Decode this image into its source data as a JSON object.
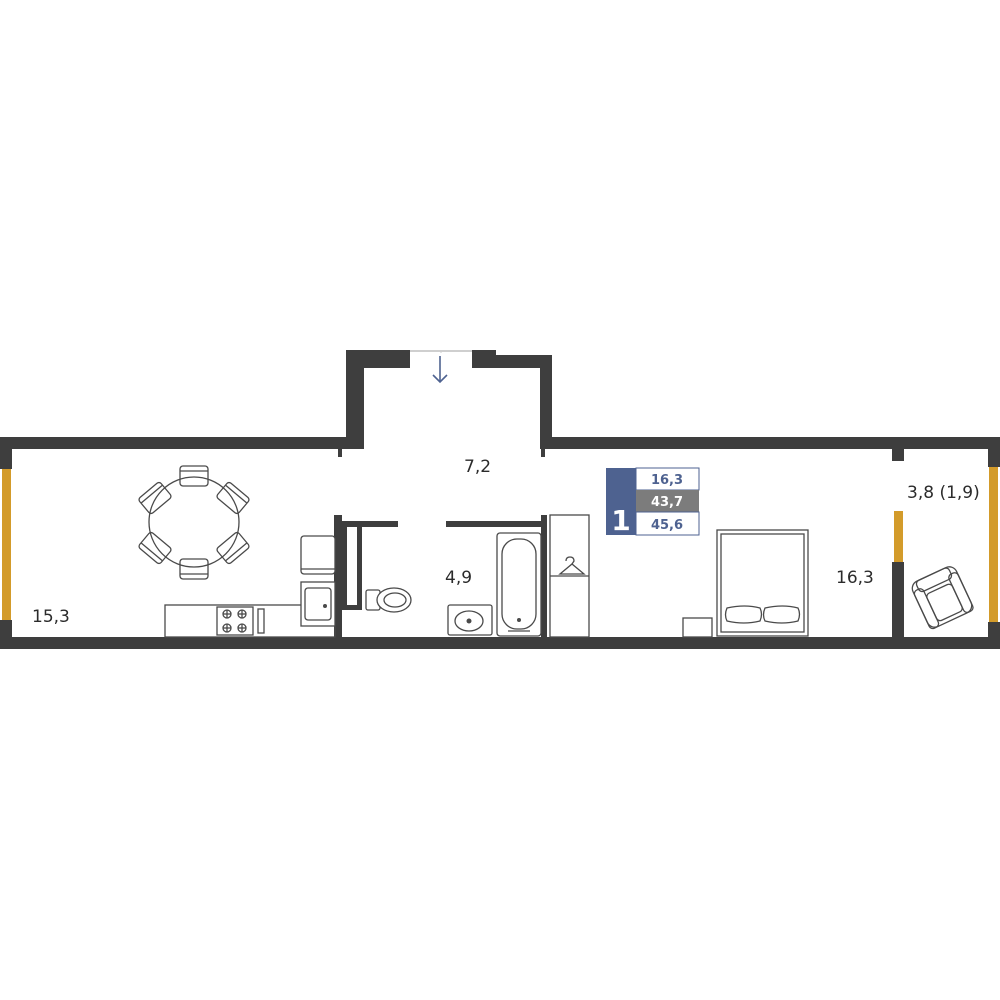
{
  "rooms": {
    "kitchen_living": "15,3",
    "hallway": "7,2",
    "bathroom": "4,9",
    "bedroom": "16,3",
    "balcony": "3,8 (1,9)"
  },
  "legend": {
    "rooms_count": "1",
    "living_area": "16,3",
    "total_area_without_balcony": "43,7",
    "total_area": "45,6"
  },
  "colors": {
    "wall": "#3e3e3e",
    "window": "#d39b2a",
    "legend_accent": "#4e6290",
    "legend_gray": "#7c7c7c",
    "entrance_arrow": "#4e6290"
  },
  "icons": [
    "entrance-arrow-icon",
    "dining-table-icon",
    "stove-icon",
    "kitchen-sink-icon",
    "fridge-icon",
    "toilet-icon",
    "bathtub-icon",
    "washbasin-icon",
    "wardrobe-icon",
    "hanger-icon",
    "bed-icon",
    "nightstand-icon",
    "armchair-icon"
  ]
}
